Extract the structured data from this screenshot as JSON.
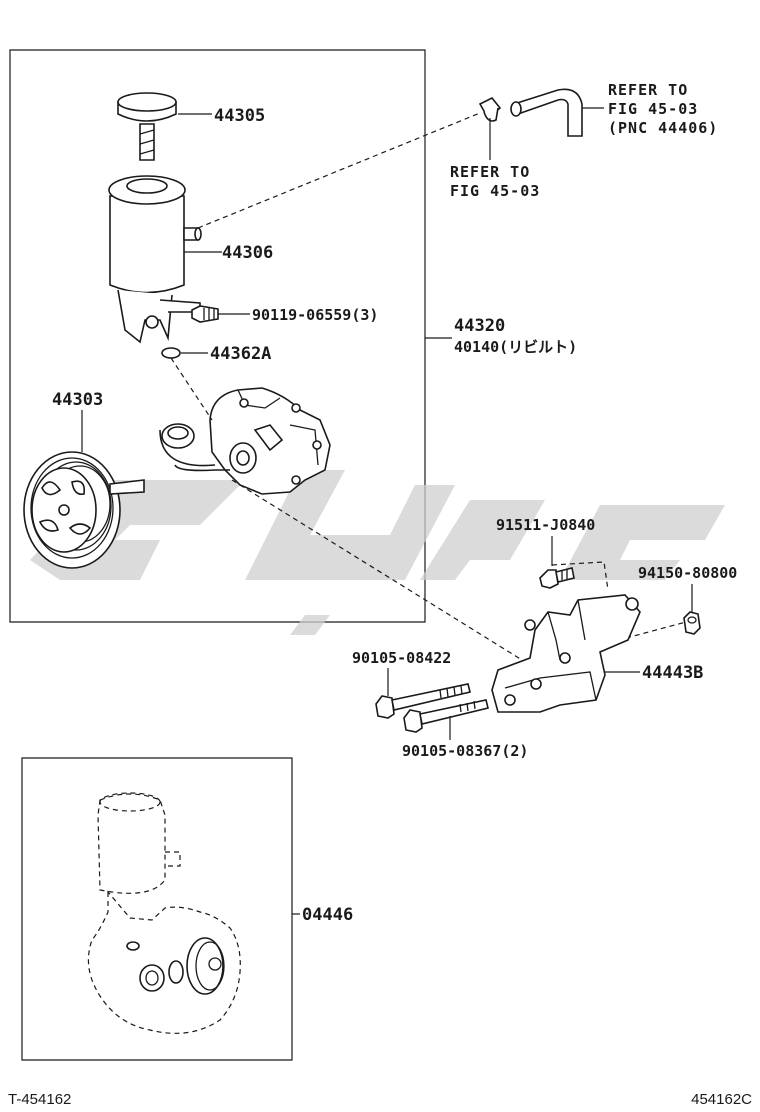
{
  "parts": {
    "cap": "44305",
    "reservoir": "44306",
    "bolt_reservoir": "90119-06559(3)",
    "o_ring": "44362A",
    "pump_assy": "44320",
    "pump_rebuilt": "40140(リビルト)",
    "pulley": "44303",
    "bolt_bracket": "91511-J0840",
    "nut_bracket": "94150-80800",
    "bolt_long": "90105-08422",
    "bolt_short": "90105-08367(2)",
    "bracket": "44443B",
    "gasket_kit": "04446"
  },
  "references": {
    "ref_hose_line1": "REFER TO",
    "ref_hose_line2": "FIG 45-03",
    "ref_hose_line3": "(PNC 44406)",
    "ref_clip_line1": "REFER TO",
    "ref_clip_line2": "FIG 45-03"
  },
  "footer": {
    "left_code": "T-454162",
    "right_code": "454162C"
  }
}
